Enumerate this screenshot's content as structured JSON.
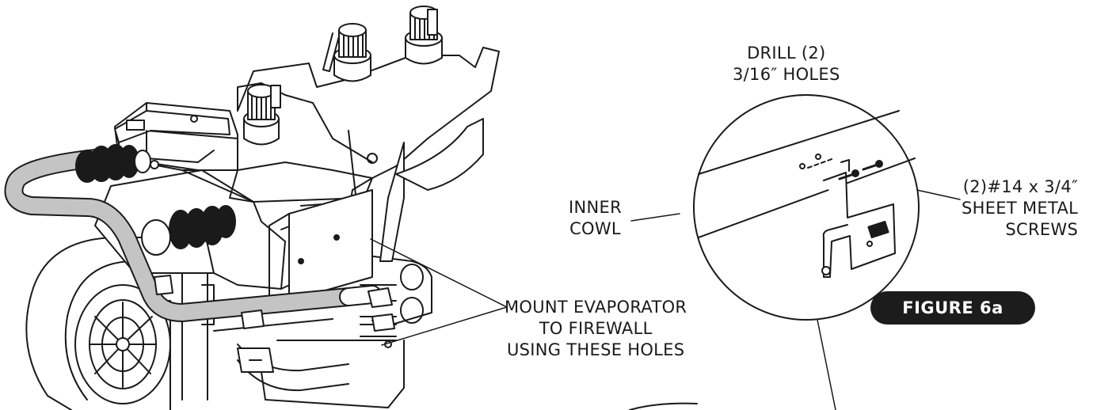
{
  "labels": {
    "drill": [
      "DRILL (2)",
      "3/16″ HOLES"
    ],
    "inner_cowl": [
      "INNER",
      "COWL"
    ],
    "screws": [
      "(2)#14 x 3/4″",
      "SHEET METAL",
      "SCREWS"
    ],
    "mount": [
      "MOUNT EVAPORATOR",
      "TO FIREWALL",
      "USING THESE HOLES"
    ]
  },
  "figure_badge": "FIGURE 6a",
  "colors": {
    "line": "#1a1a1a",
    "hose": "#c4c4c4",
    "badge": "#1c1c1c",
    "background": "#ffffff"
  }
}
